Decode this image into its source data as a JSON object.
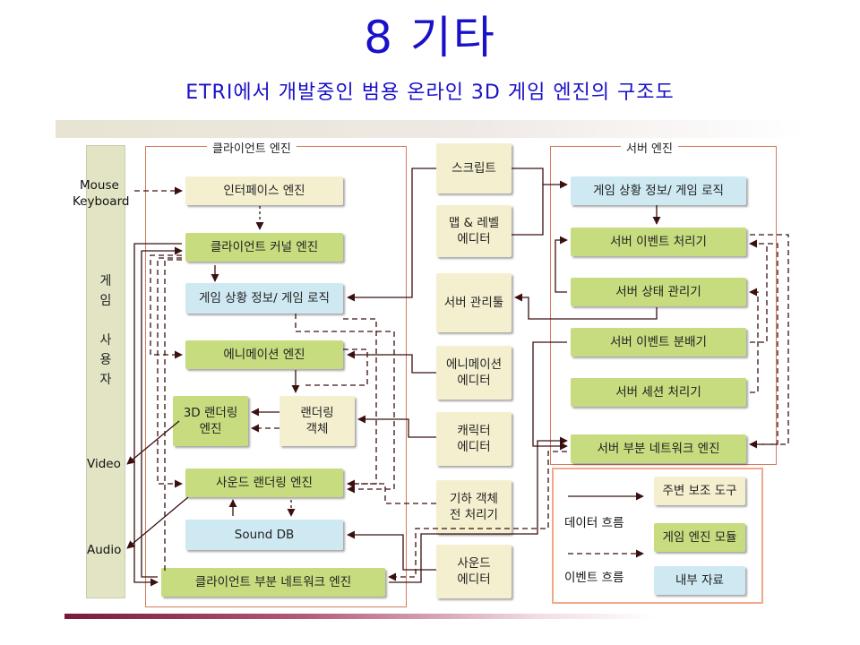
{
  "slide": {
    "title": "8 기타",
    "subtitle": "ETRI에서 개발중인 범용 온라인 3D 게임 엔진의 구조도"
  },
  "user_side": {
    "mouse": "Mouse",
    "keyboard": "Keyboard",
    "user_label": "게\n임\n\n사\n용\n자",
    "video": "Video",
    "audio": "Audio"
  },
  "client": {
    "frame_label": "클라이언트 엔진",
    "interface_engine": "인터페이스 엔진",
    "kernel_engine": "클라이언트 커널 엔진",
    "game_state": "게임 상황 정보/ 게임 로직",
    "animation_engine": "에니메이션 엔진",
    "render3d": "3D 랜더링\n엔진",
    "render_object": "랜더링\n객체",
    "sound_render": "사운드 랜더링 엔진",
    "sound_db": "Sound DB",
    "network_engine": "클라이언트 부분 네트워크 엔진"
  },
  "tools": {
    "script": "스크립트",
    "map_level_editor": "맵 & 레벨\n에디터",
    "server_manager": "서버 관리툴",
    "animation_editor": "에니메이션\n에디터",
    "character_editor": "캐릭터\n에디터",
    "geometry_preprocess": "기하 객체\n전 처리기",
    "sound_editor": "사운드\n에디터"
  },
  "server": {
    "frame_label": "서버 엔진",
    "game_state": "게임 상황 정보/ 게임 로직",
    "event_handler": "서버 이벤트 처리기",
    "state_manager": "서버 상태 관리기",
    "event_distributor": "서버 이벤트 분배기",
    "session_handler": "서버 세션 처리기",
    "network_engine": "서버 부분 네트워크 엔진"
  },
  "legend": {
    "data_flow": "데이터 흐름",
    "event_flow": "이벤트 흐름",
    "aux_tool": "주변 보조 도구",
    "engine_module": "게임 엔진 모듈",
    "internal_data": "내부 자료"
  },
  "colors": {
    "title": "#1a10c8",
    "tool_box": "#f4f0cf",
    "engine_module": "#c6dc7e",
    "internal_data": "#cfe9f2",
    "frame": "#d77a5c",
    "arrow": "#3a1010"
  }
}
